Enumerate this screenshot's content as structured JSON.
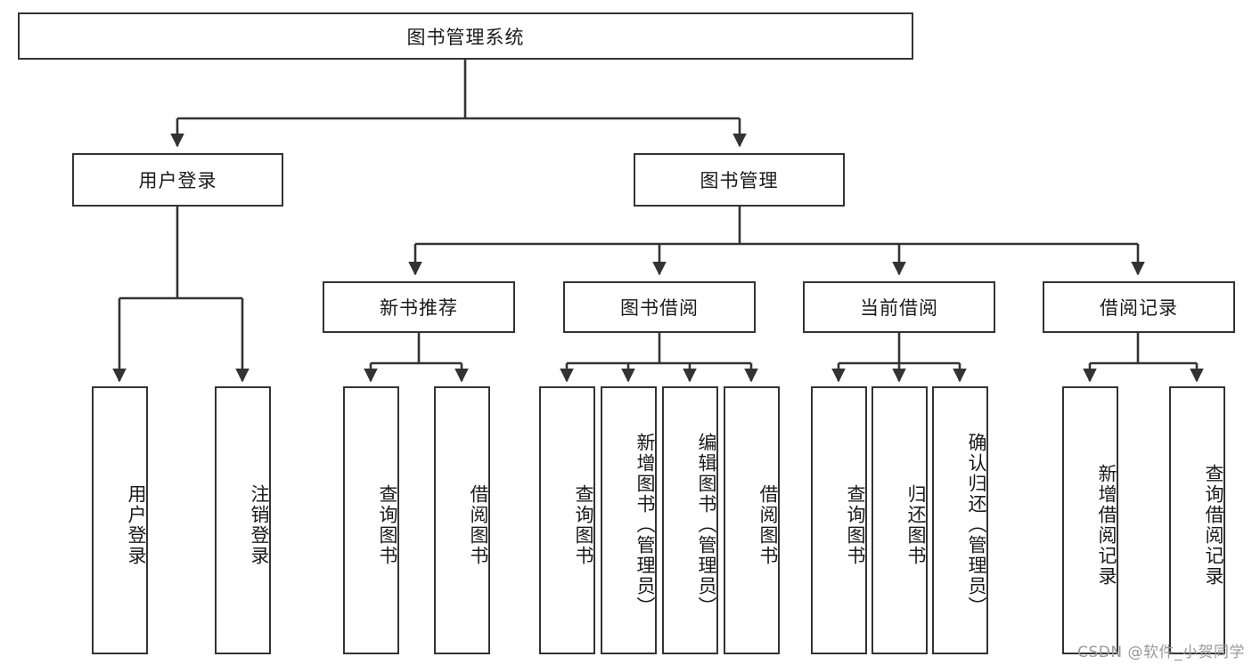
{
  "diagram": {
    "type": "tree-hierarchy-diagram",
    "title": "图书管理系统",
    "colors": {
      "background": "#ffffff",
      "box_border": "#333333",
      "box_fill": "#ffffff",
      "connector": "#333333",
      "text": "#1a1a1a",
      "watermark": "#9a9a9a"
    },
    "root": {
      "label": "图书管理系统",
      "orientation": "horizontal"
    },
    "level2": [
      {
        "label": "用户登录",
        "orientation": "horizontal"
      },
      {
        "label": "图书管理",
        "orientation": "horizontal"
      }
    ],
    "level3": [
      {
        "label": "新书推荐",
        "orientation": "horizontal"
      },
      {
        "label": "图书借阅",
        "orientation": "horizontal"
      },
      {
        "label": "当前借阅",
        "orientation": "horizontal"
      },
      {
        "label": "借阅记录",
        "orientation": "horizontal"
      }
    ],
    "leaves": {
      "user_login": [
        {
          "label": "用户登录",
          "orientation": "vertical"
        },
        {
          "label": "注销登录",
          "orientation": "vertical"
        }
      ],
      "new_book_recommend": [
        {
          "label": "查询图书",
          "orientation": "vertical"
        },
        {
          "label": "借阅图书",
          "orientation": "vertical"
        }
      ],
      "book_borrow": [
        {
          "label": "查询图书",
          "orientation": "vertical"
        },
        {
          "label": "新增图书（管理员）",
          "orientation": "vertical"
        },
        {
          "label": "编辑图书（管理员）",
          "orientation": "vertical"
        },
        {
          "label": "借阅图书",
          "orientation": "vertical"
        }
      ],
      "current_borrow": [
        {
          "label": "查询图书",
          "orientation": "vertical"
        },
        {
          "label": "归还图书",
          "orientation": "vertical"
        },
        {
          "label": "确认归还（管理员）",
          "orientation": "vertical"
        }
      ],
      "borrow_record": [
        {
          "label": "新增借阅记录",
          "orientation": "vertical"
        },
        {
          "label": "查询借阅记录",
          "orientation": "vertical"
        }
      ]
    }
  },
  "watermark": {
    "text": "CSDN @软件_小贺同学"
  }
}
